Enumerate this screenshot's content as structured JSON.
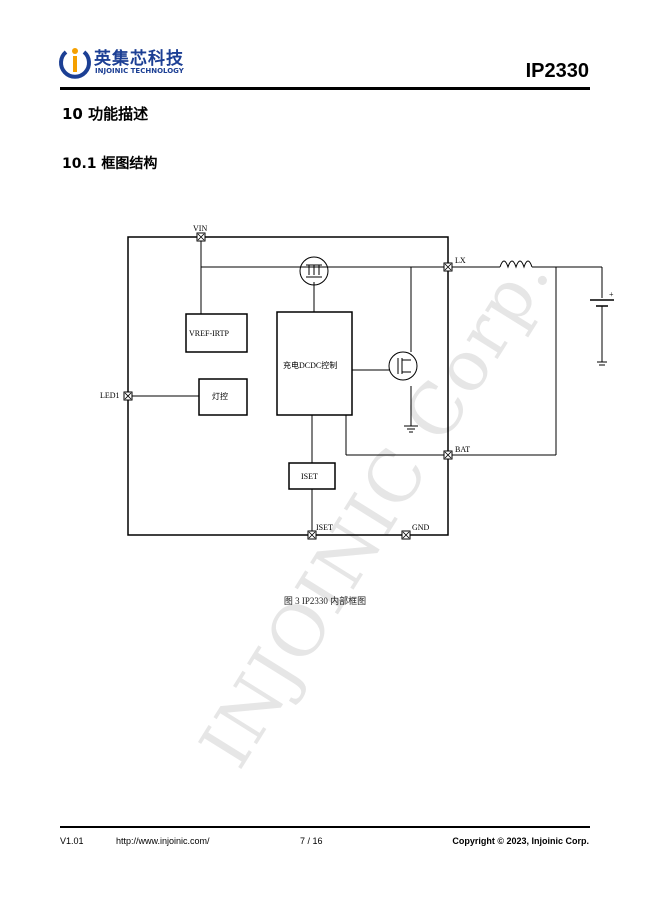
{
  "header": {
    "logo_cn": "英集芯科技",
    "logo_en": "INJOINIC TECHNOLOGY",
    "doc_title": "IP2330"
  },
  "section": {
    "heading": "10 功能描述",
    "subheading": "10.1 框图结构"
  },
  "diagram": {
    "pins": {
      "vin": "VIN",
      "lx": "LX",
      "led1": "LED1",
      "bat": "BAT",
      "iset": "ISET",
      "gnd": "GND"
    },
    "blocks": {
      "vref": "VREF-IRTP",
      "dcdc": "充电DCDC控制",
      "light": "灯控",
      "iset": "ISET"
    },
    "battery_plus": "+",
    "caption": "图 3 IP2330 内部框图"
  },
  "watermark": "INJOINIC Corp.",
  "footer": {
    "version": "V1.01",
    "url": "http://www.injoinic.com/",
    "page": "7 / 16",
    "copyright": "Copyright © 2023, Injoinic Corp."
  }
}
